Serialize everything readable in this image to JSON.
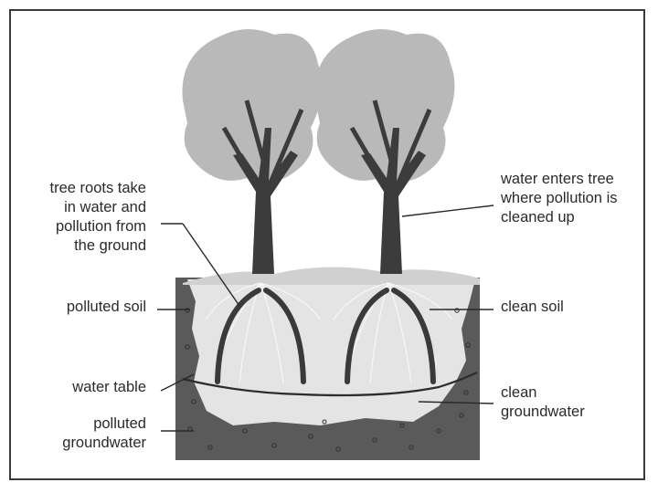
{
  "labels": {
    "roots": [
      "tree roots take",
      "in water and",
      "pollution from",
      "the ground"
    ],
    "polluted_soil": "polluted soil",
    "water_table": "water table",
    "polluted_groundwater": [
      "polluted",
      "groundwater"
    ],
    "enters": [
      "water enters tree",
      "where pollution is",
      "cleaned up"
    ],
    "clean_soil": "clean soil",
    "clean_groundwater": [
      "clean",
      "groundwater"
    ]
  },
  "colors": {
    "polluted_soil": "#5a5a5a",
    "clean_zone": "#e4e4e4",
    "canopy": "#b9b9b9",
    "trunk": "#3c3c3c",
    "water_table_line": "#2c2c2c"
  }
}
